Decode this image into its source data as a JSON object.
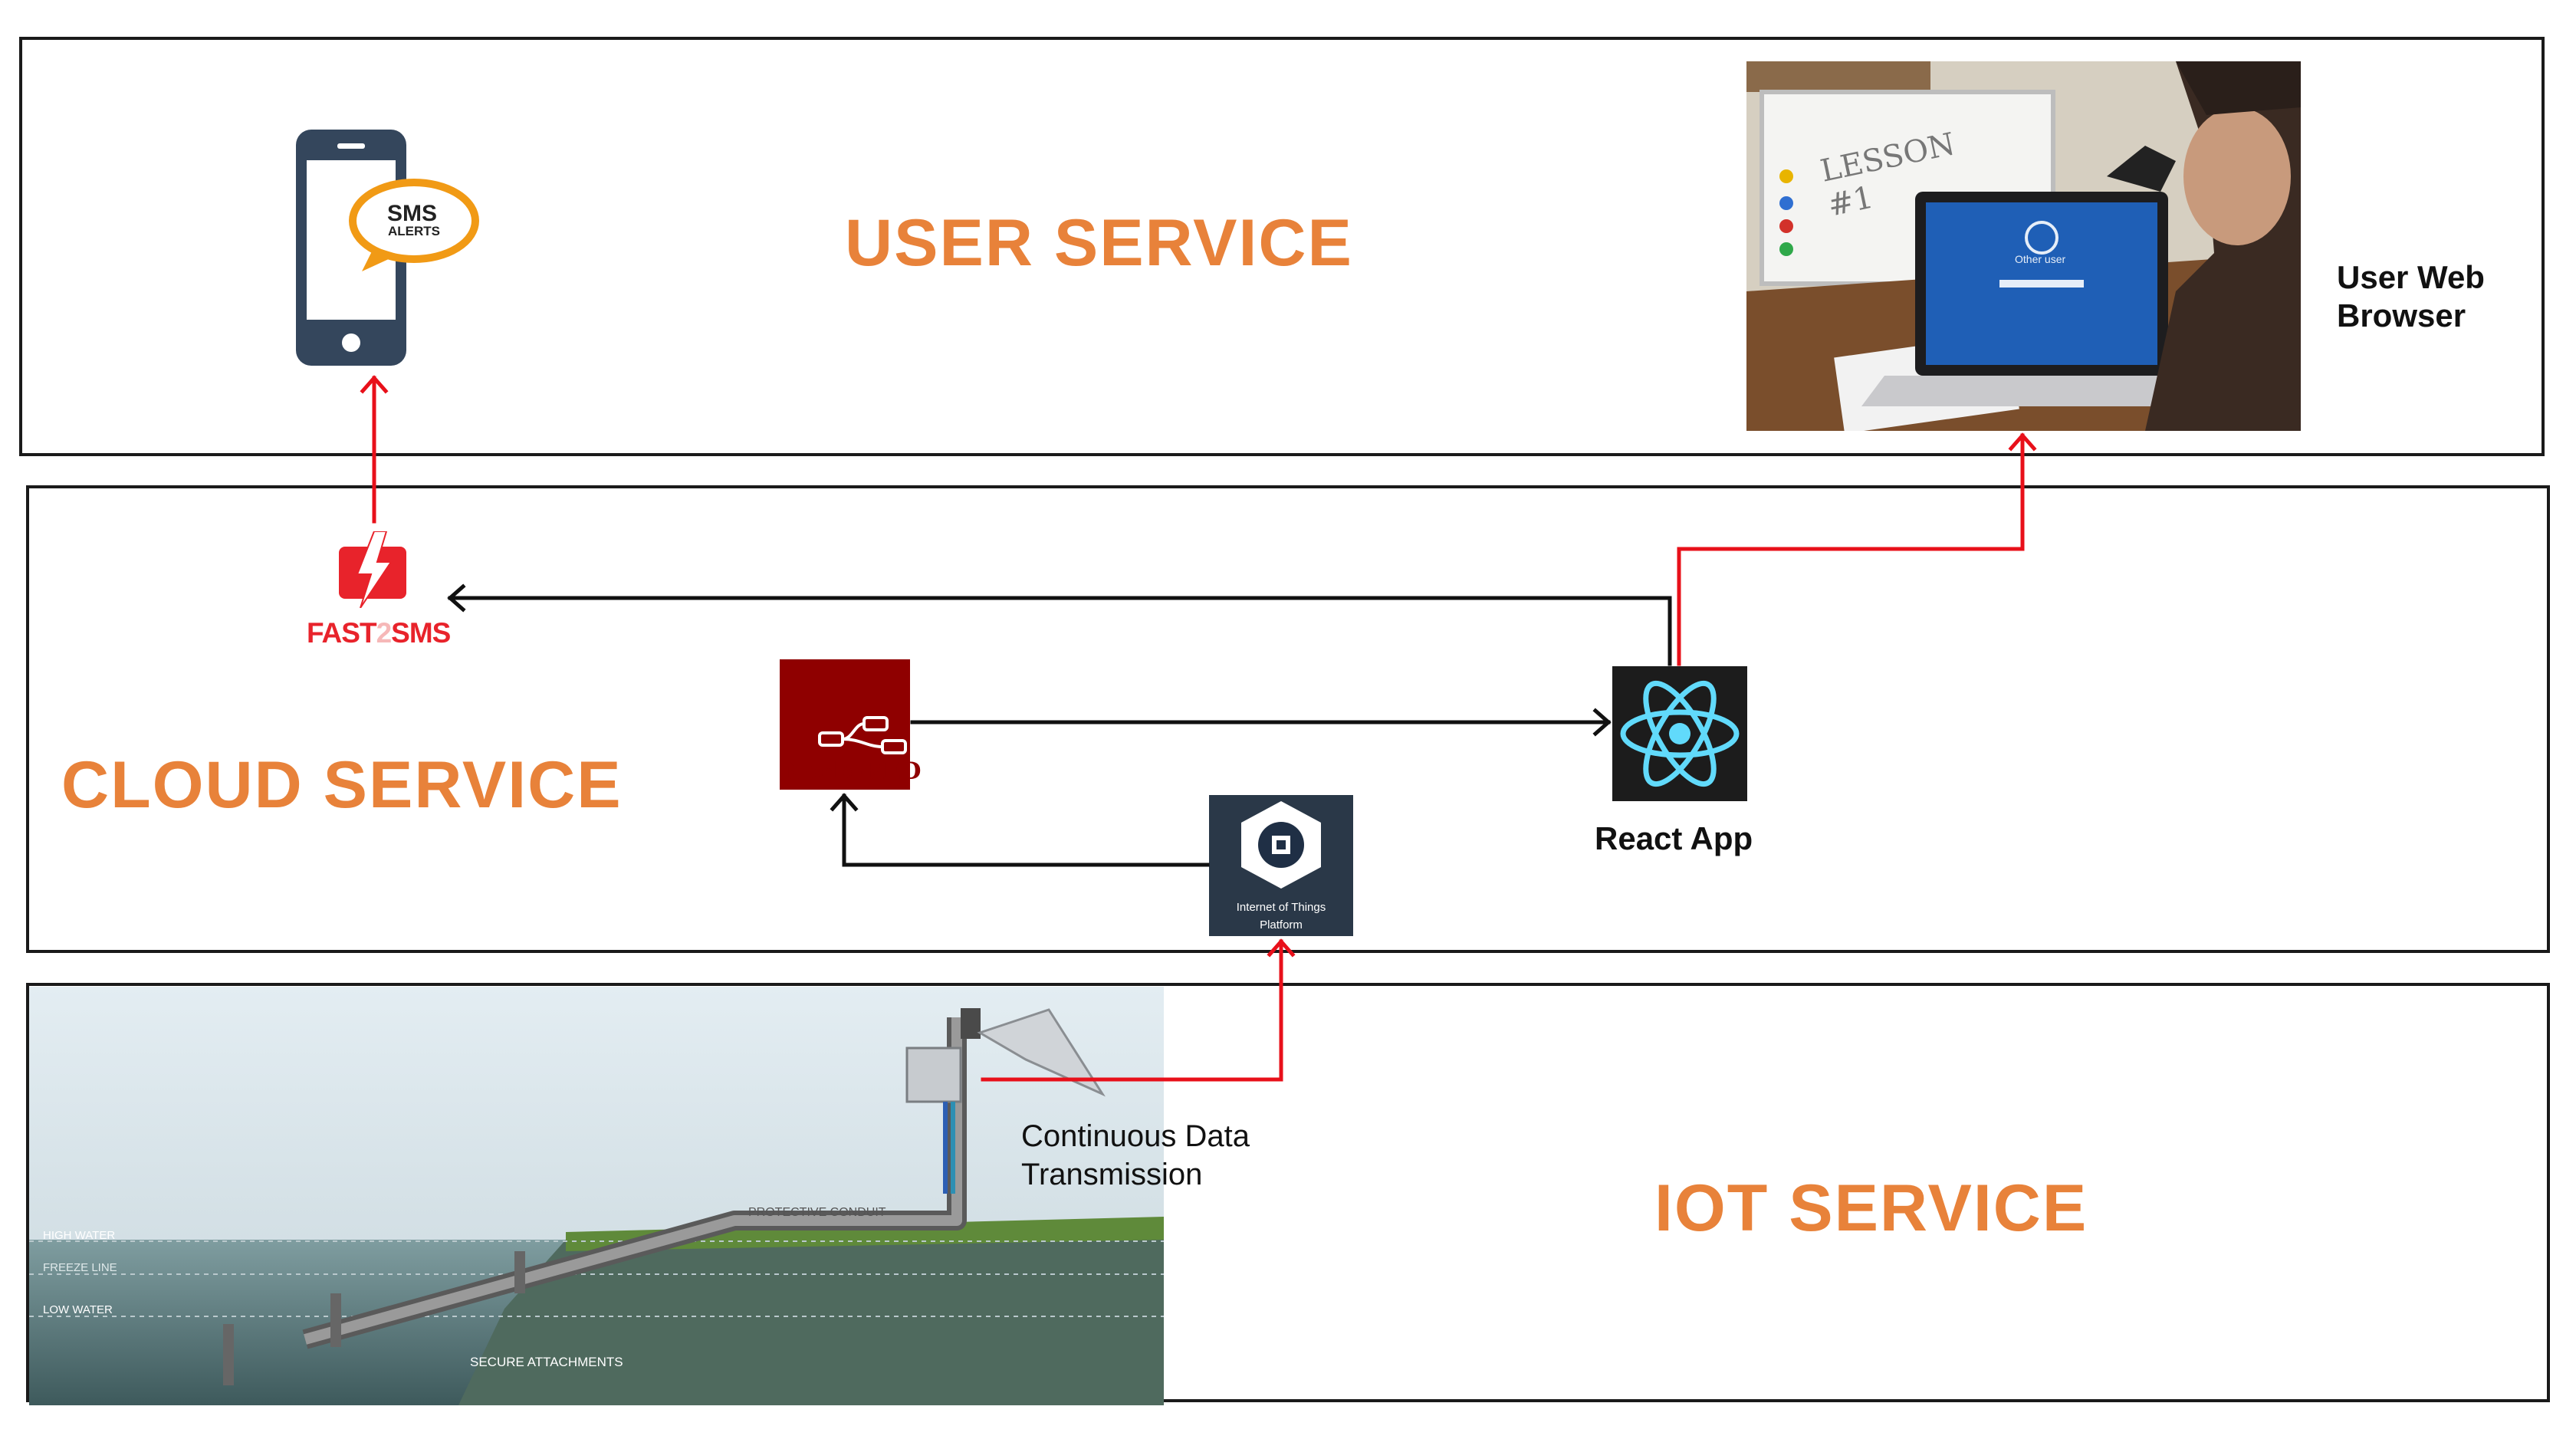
{
  "user_service": {
    "title": "USER SERVICE",
    "sms_badge": {
      "line1": "SMS",
      "line2": "ALERTS"
    },
    "browser_label_line1": "User Web",
    "browser_label_line2": "Browser",
    "laptop_photo": {
      "whiteboard_text": "LESSON #1",
      "screen_text": "Other user"
    }
  },
  "cloud_service": {
    "title": "CLOUD SERVICE",
    "fast2sms": {
      "part1": "FAST",
      "part2": "2",
      "part3": "SMS"
    },
    "nodered_label": "Node-RED",
    "react_label": "React App",
    "iot_platform": {
      "line1": "Internet of Things",
      "line2": "Platform"
    }
  },
  "iot_service": {
    "title": "IOT SERVICE",
    "transmission_line1": "Continuous Data",
    "transmission_line2": "Transmission",
    "illustration_labels": {
      "high_water": "HIGH WATER",
      "freeze_line": "FREEZE LINE",
      "low_water": "LOW WATER",
      "protective_conduit": "PROTECTIVE CONDUIT",
      "secure_attachments": "SECURE ATTACHMENTS"
    }
  },
  "colors": {
    "accent": "#e8823a",
    "red_arrow": "#e8101a",
    "black_arrow": "#111111",
    "nodered": "#8f0000",
    "react": "#61dafb",
    "phone": "#34465c"
  }
}
